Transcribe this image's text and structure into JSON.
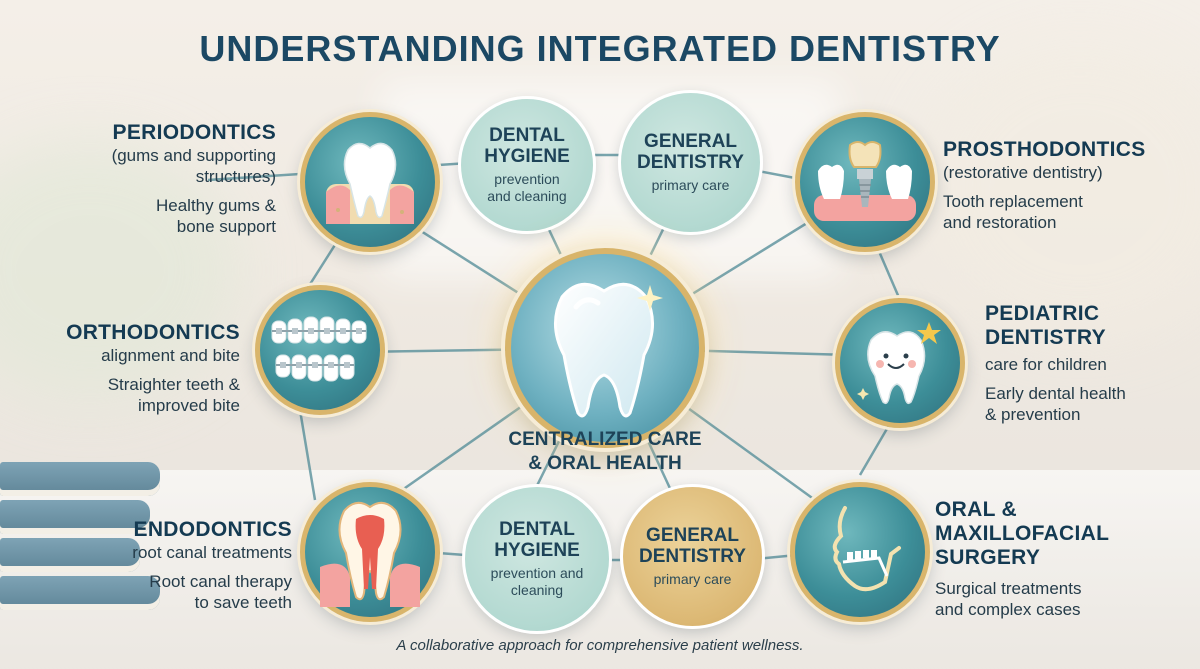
{
  "title": "UNDERSTANDING INTEGRATED DENTISTRY",
  "center": {
    "label_line1": "CENTRALIZED CARE",
    "label_line2": "& ORAL HEALTH",
    "icon": "glowing-tooth-icon"
  },
  "specialties": {
    "periodontics": {
      "title": "PERIODONTICS",
      "sub_line1": "(gums and supporting",
      "sub_line2": "structures)",
      "desc_line1": "Healthy gums &",
      "desc_line2": "bone support",
      "icon": "tooth-gum-bone-icon"
    },
    "orthodontics": {
      "title": "ORTHODONTICS",
      "sub": "alignment and bite",
      "desc_line1": "Straighter teeth &",
      "desc_line2": "improved bite",
      "icon": "braces-icon"
    },
    "endodontics": {
      "title": "ENDODONTICS",
      "sub": "root canal treatments",
      "desc_line1": "Root canal therapy",
      "desc_line2": "to save teeth",
      "icon": "tooth-root-canal-icon"
    },
    "prosthodontics": {
      "title": "PROSTHODONTICS",
      "sub": "(restorative dentistry)",
      "desc_line1": "Tooth replacement",
      "desc_line2": "and restoration",
      "icon": "crown-implant-icon"
    },
    "pediatric": {
      "title_line1": "PEDIATRIC",
      "title_line2": "DENTISTRY",
      "sub": "care for children",
      "desc_line1": "Early dental health",
      "desc_line2": "& prevention",
      "icon": "smiling-tooth-star-icon"
    },
    "oral_surgery": {
      "title_line1": "ORAL &",
      "title_line2": "MAXILLOFACIAL",
      "title_line3": "SURGERY",
      "desc_line1": "Surgical treatments",
      "desc_line2": "and complex cases",
      "icon": "jaw-profile-icon"
    }
  },
  "hubs": {
    "hygiene_top": {
      "title_line1": "DENTAL",
      "title_line2": "HYGIENE",
      "sub_line1": "prevention",
      "sub_line2": "and cleaning"
    },
    "general_top": {
      "title_line1": "GENERAL",
      "title_line2": "DENTISTRY",
      "sub": "primary care"
    },
    "hygiene_bottom": {
      "title_line1": "DENTAL",
      "title_line2": "HYGIENE",
      "sub_line1": "prevention and",
      "sub_line2": "cleaning"
    },
    "general_bottom": {
      "title_line1": "GENERAL",
      "title_line2": "DENTISTRY",
      "sub": "primary care"
    }
  },
  "footer": "A collaborative approach for comprehensive patient wellness.",
  "colors": {
    "teal": "#3d8e98",
    "gold": "#d9b56b",
    "navy": "#1b4864",
    "mint": "#b3d9d1"
  }
}
